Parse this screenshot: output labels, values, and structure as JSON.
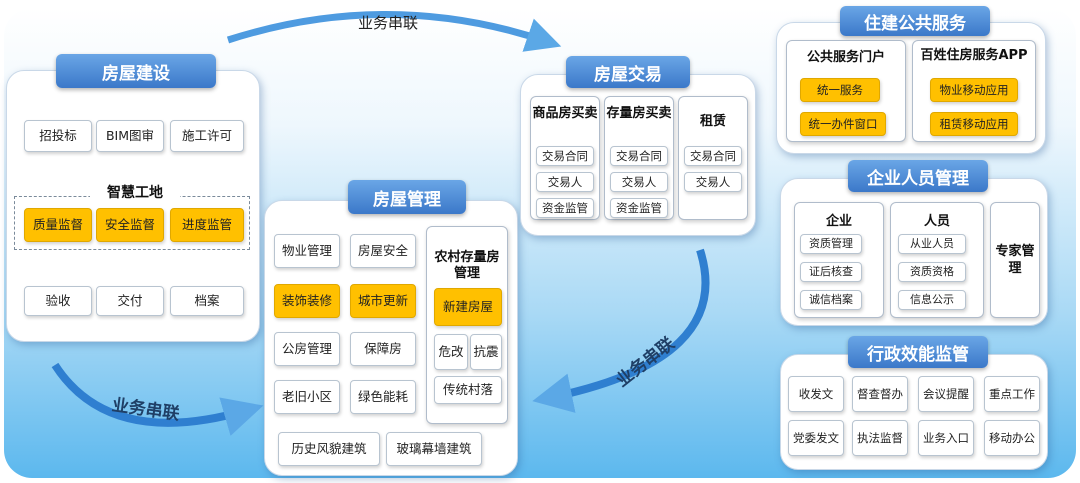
{
  "flow": {
    "top": "业务串联",
    "bottom_left": "业务串联",
    "right": "业务串联"
  },
  "construction": {
    "title": "房屋建设",
    "row1": [
      "招投标",
      "BIM图审",
      "施工许可"
    ],
    "smart_site": "智慧工地",
    "smart_items": [
      "质量监督",
      "安全监督",
      "进度监管"
    ],
    "row3": [
      "验收",
      "交付",
      "档案"
    ]
  },
  "management": {
    "title": "房屋管理",
    "grid": [
      "物业管理",
      "房屋安全",
      "装饰装修",
      "城市更新",
      "公房管理",
      "保障房",
      "老旧小区",
      "绿色能耗"
    ],
    "rural_title": "农村存量房管理",
    "rural_items": [
      "新建房屋",
      "危改",
      "抗震",
      "传统村落"
    ],
    "bottom": [
      "历史风貌建筑",
      "玻璃幕墙建筑"
    ]
  },
  "trade": {
    "title": "房屋交易",
    "cols": [
      {
        "head": "商品房买卖",
        "items": [
          "交易合同",
          "交易人",
          "资金监管"
        ]
      },
      {
        "head": "存量房买卖",
        "items": [
          "交易合同",
          "交易人",
          "资金监管"
        ]
      },
      {
        "head": "租赁",
        "items": [
          "交易合同",
          "交易人"
        ]
      }
    ]
  },
  "public_service": {
    "title": "住建公共服务",
    "cols": [
      {
        "head": "公共服务门户",
        "items": [
          "统一服务",
          "统一办件窗口"
        ]
      },
      {
        "head": "百姓住房服务APP",
        "items": [
          "物业移动应用",
          "租赁移动应用"
        ]
      }
    ]
  },
  "enterprise": {
    "title": "企业人员管理",
    "cols": [
      {
        "head": "企业",
        "items": [
          "资质管理",
          "证后核查",
          "诚信档案"
        ]
      },
      {
        "head": "人员",
        "items": [
          "从业人员",
          "资质资格",
          "信息公示"
        ]
      }
    ],
    "expert": "专家管理"
  },
  "efficiency": {
    "title": "行政效能监管",
    "items": [
      "收发文",
      "督查督办",
      "会议提醒",
      "重点工作",
      "党委发文",
      "执法监督",
      "业务入口",
      "移动办公"
    ]
  },
  "colors": {
    "title_blue": "#3b78c9",
    "highlight": "#ffc000",
    "arrow_blue": "#2f86d6"
  }
}
